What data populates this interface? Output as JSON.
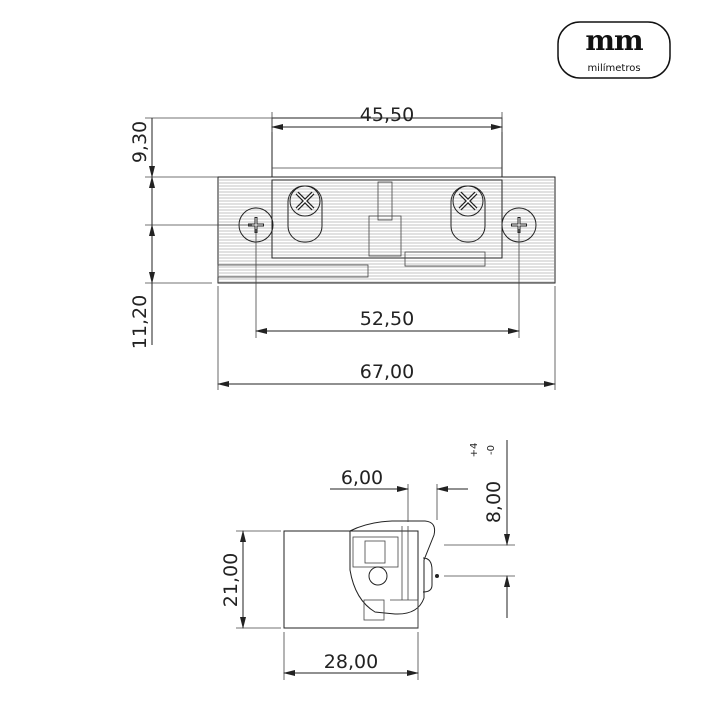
{
  "logo": {
    "mark": "mm",
    "text": "milímetros"
  },
  "top_view": {
    "dim_width_top": "45,50",
    "dim_height_top": "9,30",
    "dim_height_bottom": "11,20",
    "dim_screw_spacing": "52,50",
    "dim_overall_width": "67,00"
  },
  "side_view": {
    "dim_height": "21,00",
    "dim_depth": "28,00",
    "dim_latch": "6,00",
    "dim_adjust": "8,00",
    "tolerance_plus": "+4",
    "tolerance_minus": "-0"
  }
}
